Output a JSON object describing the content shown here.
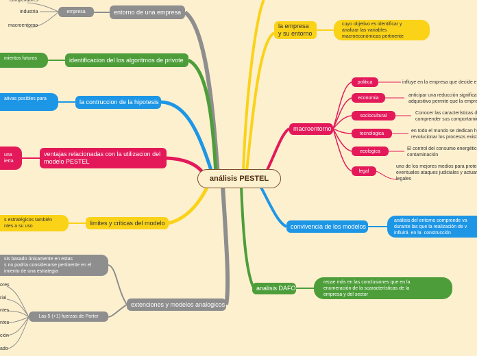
{
  "center": "análisis PESTEL",
  "left": {
    "entorno": {
      "label": "entorno de una empresa",
      "empresa": "empresa",
      "top_cut": "competidores",
      "industria": "industria",
      "macroentorno": "macroentorno"
    },
    "identificacion": {
      "label": "identificacion del los algoritmos de privote",
      "child": "mientos futuros"
    },
    "contruccion": {
      "label": "la contruccion de la hipotesis",
      "child": "ativas posibles para"
    },
    "ventajas": {
      "label": "ventajas relacionadas con la utilizacion del\nmodelo PESTEL",
      "child": "una\nierta"
    },
    "limites": {
      "label": "limites y criticas del modelo",
      "child": "s estratégicos también\nntes a su uso"
    },
    "extensiones": {
      "label": "extenciones y modelos analogicos",
      "child_gray": "sis basado únicamente en estas\ns no podría considerarse pertinente en el\nimiento de una estrategia",
      "porter": "Las 5 (+1) fuerzas de Porter",
      "porter_items": [
        "ores",
        "rial",
        "ntes",
        "ntes",
        "ción",
        "ado"
      ]
    }
  },
  "right": {
    "empresa_entorno": {
      "label": "la empresa\ny su entorno",
      "child": "cuyo objetivo es identificar y\nanalizar las variables\nmacroeconómicas pertinente"
    },
    "macroentorno": {
      "label": "macroentorno",
      "items": [
        {
          "label": "politica",
          "text": "influye en la empresa que decide es"
        },
        {
          "label": "economia",
          "text": "anticipar una reducción significat\nadquisitivo permite que la empres"
        },
        {
          "label": "sociocultural",
          "text": "Conocer las características de\ncomprender sus comportamie"
        },
        {
          "label": "tecnologica",
          "text": "en todo el mundo se dedican ho\nrevolucionar los procesos existe"
        },
        {
          "label": "ecologica",
          "text": "El control del consumo energético\ncontaminación"
        },
        {
          "label": "legal",
          "text": "uno de los mejores medios para proteg\neventuales ataques judiciales y actuar\nlegales"
        }
      ]
    },
    "convivencia": {
      "label": "convivencia de los modelos",
      "child": "análisis del entorno comprende va\ndurante las que la realización de v\ninfluirá  en la  construcción"
    },
    "dafo": {
      "label": "analisis DAFO",
      "child": "recae más en las conclusiones que en la\nenumeración de la scaracterísticas de la\nempresa y del sector"
    }
  },
  "colors": {
    "gray": "#8e8e8e",
    "green": "#4d9e3a",
    "blue": "#1e96e6",
    "pink": "#e3195a",
    "yellow": "#fad218",
    "central_border": "#7a4a24",
    "background": "#fdf0cf"
  }
}
